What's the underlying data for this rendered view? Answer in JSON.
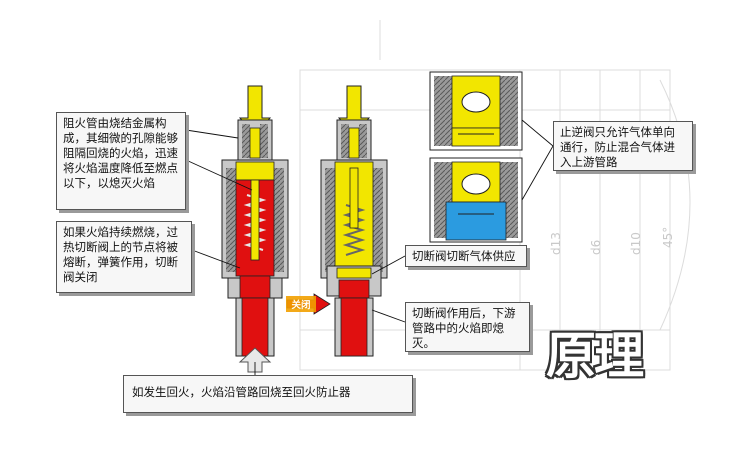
{
  "callouts": {
    "flame_cooling": "阻火管由烧结金属构成，其细微的孔隙能够阻隔回烧的火焰，迅速将火焰温度降低至燃点以下，以熄灭火焰",
    "cutoff_melt": "如果火焰持续燃烧，过热切断阀上的节点将被熔断，弹簧作用，切断阀关闭",
    "check_valve": "止逆阀只允许气体单向通行，防止混合气体进入上游管路",
    "cutoff_supply": "切断阀切断气体供应",
    "after_cutoff": "切断阀作用后，下游管路中的火焰即熄灭。",
    "flashback": "如发生回火，火焰沿管路回烧至回火防止器"
  },
  "arrow_label": "关闭",
  "title_word": "原理",
  "background_labels": [
    "d13",
    "d6",
    "d10",
    "45°"
  ],
  "colors": {
    "yellow": "#f2e600",
    "red": "#e01010",
    "blue": "#2b9be0",
    "steel": "#c8c8c8",
    "steel_dark": "#7e7e7e",
    "outline": "#222222"
  }
}
